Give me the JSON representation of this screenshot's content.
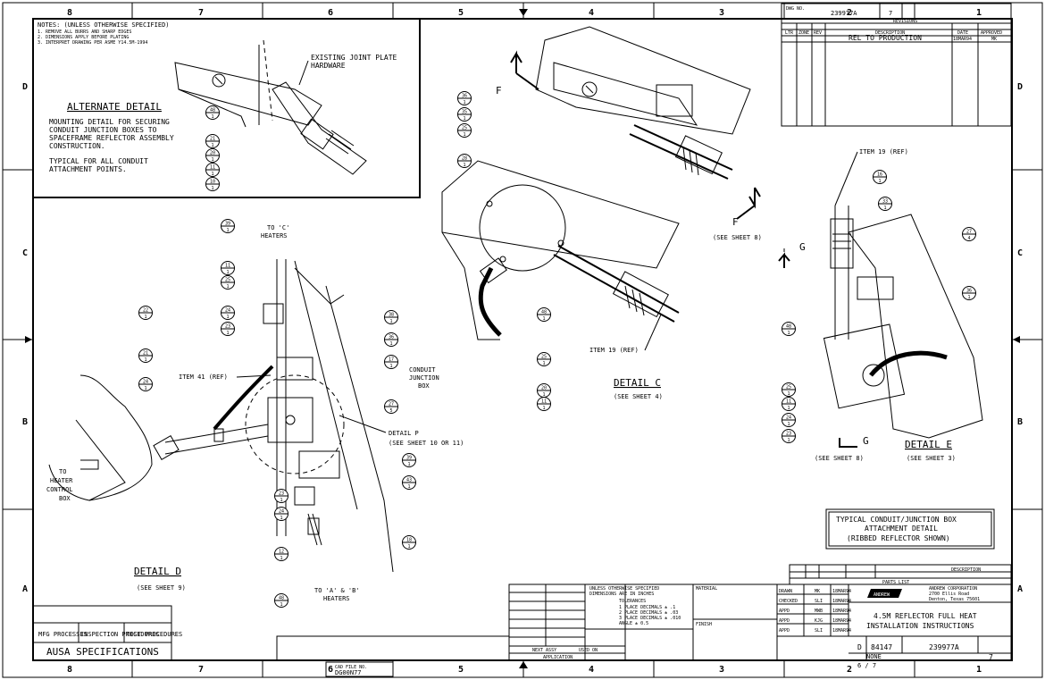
{
  "zones_top": [
    "8",
    "7",
    "6",
    "5",
    "4",
    "3",
    "2",
    "1"
  ],
  "zones_side": [
    "D",
    "C",
    "B",
    "A"
  ],
  "drawing_number": "239977A",
  "sheet_number": "7",
  "revisions": {
    "title": "REVISIONS",
    "headers": [
      "LTR",
      "ZONE",
      "REV",
      "DESCRIPTION",
      "DATE",
      "APPROVED"
    ],
    "row": {
      "description": "REL TO PRODUCTION",
      "date": "18MAR94",
      "approved": "MK"
    }
  },
  "notes": {
    "title": "NOTES: (UNLESS OTHERWISE SPECIFIED)",
    "lines": [
      "1. REMOVE ALL BURRS AND SHARP EDGES",
      "2. DIMENSIONS APPLY BEFORE PLATING",
      "3. INTERPRET DRAWING PER ASME Y14.5M-1994"
    ]
  },
  "alternate_detail": {
    "title": "ALTERNATE DETAIL",
    "text1": [
      "MOUNTING DETAIL FOR SECURING",
      "CONDUIT JUNCTION BOXES TO",
      "SPACEFRAME REFLECTOR ASSEMBLY",
      "CONSTRUCTION."
    ],
    "text2": [
      "TYPICAL FOR ALL CONDUIT",
      "ATTACHMENT POINTS."
    ],
    "callout": [
      "EXISTING JOINT PLATE",
      "HARDWARE"
    ]
  },
  "detail_c": {
    "title": "DETAIL C",
    "see": "(SEE SHEET 4)",
    "item_ref": "ITEM 19 (REF)"
  },
  "detail_d": {
    "title": "DETAIL D",
    "see": "(SEE SHEET 9)"
  },
  "detail_e": {
    "title": "DETAIL E",
    "see": "(SEE SHEET 3)",
    "item_ref": "ITEM 19 (REF)"
  },
  "detail_p": {
    "title": "DETAIL P",
    "see": "(SEE SHEET 10 OR 11)"
  },
  "section_f": {
    "letter": "F",
    "see": "(SEE SHEET 8)"
  },
  "section_g": {
    "letter": "G",
    "see": "(SEE SHEET 8)"
  },
  "labels": {
    "to_c_heaters": [
      "TO 'C'",
      "HEATERS"
    ],
    "to_heater_control": [
      "TO",
      "HEATER",
      "CONTROL",
      "BOX"
    ],
    "to_a_b_heaters": [
      "TO 'A' & 'B'",
      "HEATERS"
    ],
    "conduit_junction": [
      "CONDUIT",
      "JUNCTION",
      "BOX"
    ],
    "item_41": "ITEM 41 (REF)"
  },
  "typical_box": [
    "TYPICAL CONDUIT/JUNCTION BOX",
    "ATTACHMENT DETAIL",
    "(RIBBED REFLECTOR SHOWN)"
  ],
  "parts_list": {
    "title": "PARTS LIST",
    "description": "DESCRIPTION"
  },
  "title_block": {
    "company": "ANDREW",
    "company_full": [
      "ANDREW CORPORATION",
      "2700 Ellis Road",
      "Denton, Texas 75601"
    ],
    "title_lines": [
      "4.5M REFLECTOR FULL HEAT",
      "INSTALLATION INSTRUCTIONS"
    ],
    "size": "D",
    "fscm": "84147",
    "dwg_no": "239977A",
    "rev": "7",
    "scale": "NONE",
    "sheet_of": "6 / 7",
    "sig_roles": [
      "DRAWN",
      "CHECKED",
      "APPD",
      "APPD",
      "APPD"
    ],
    "signatures": [
      {
        "name": "MK",
        "date": "18MAR94"
      },
      {
        "name": "SLI",
        "date": "18MAR94"
      },
      {
        "name": "MWB",
        "date": "18MAR94"
      },
      {
        "name": "KJG",
        "date": "18MAR94"
      },
      {
        "name": "SLI",
        "date": "18MAR94"
      }
    ],
    "tolerances": [
      "UNLESS OTHERWISE SPECIFIED",
      "DIMENSIONS ARE IN INCHES",
      "TOLERANCES",
      "1 PLACE DECIMALS ± .1",
      "2 PLACE DECIMALS ± .03",
      "3 PLACE DECIMALS ± .010",
      "ANGLE ± 0.5"
    ],
    "material": "MATERIAL",
    "finish": "FINISH",
    "next_assy": "NEXT ASSY",
    "used_on": "USED ON",
    "application": "APPLICATION",
    "cad_label": "CAD FILE NO.",
    "cad_file": "DG00N77",
    "processes": [
      "MFG PROCESSES",
      "INSPECTION PROCEDURES",
      "TEST PROCEDURES"
    ],
    "specs": "AUSA SPECIFICATIONS"
  },
  "balloons": [
    {
      "n": "48",
      "sub": "1"
    },
    {
      "n": "21",
      "sub": "1"
    },
    {
      "n": "20",
      "sub": "1"
    },
    {
      "n": "11",
      "sub": "1"
    },
    {
      "n": "10",
      "sub": "1"
    },
    {
      "n": "36",
      "sub": "1"
    },
    {
      "n": "35",
      "sub": "1"
    },
    {
      "n": "25",
      "sub": "1"
    },
    {
      "n": "28",
      "sub": "1"
    },
    {
      "n": "39",
      "sub": "1"
    },
    {
      "n": "11",
      "sub": "1"
    },
    {
      "n": "25",
      "sub": "1"
    },
    {
      "n": "24",
      "sub": "1"
    },
    {
      "n": "23",
      "sub": "1"
    },
    {
      "n": "22",
      "sub": "1"
    },
    {
      "n": "21",
      "sub": "1"
    },
    {
      "n": "24",
      "sub": "1"
    },
    {
      "n": "38",
      "sub": "1"
    },
    {
      "n": "36",
      "sub": "1"
    },
    {
      "n": "17",
      "sub": "1"
    },
    {
      "n": "27",
      "sub": "5"
    },
    {
      "n": "39",
      "sub": "1"
    },
    {
      "n": "43",
      "sub": "1"
    },
    {
      "n": "18",
      "sub": "1"
    },
    {
      "n": "23",
      "sub": "1"
    },
    {
      "n": "24",
      "sub": "1"
    },
    {
      "n": "12",
      "sub": "1"
    },
    {
      "n": "48",
      "sub": "1"
    },
    {
      "n": "48",
      "sub": "1"
    },
    {
      "n": "25",
      "sub": "1"
    },
    {
      "n": "20",
      "sub": "1"
    },
    {
      "n": "11",
      "sub": "1"
    },
    {
      "n": "16",
      "sub": "1"
    },
    {
      "n": "33",
      "sub": "1"
    },
    {
      "n": "27",
      "sub": "4"
    },
    {
      "n": "36",
      "sub": "1"
    },
    {
      "n": "48",
      "sub": "1"
    },
    {
      "n": "25",
      "sub": "1"
    },
    {
      "n": "11",
      "sub": "1"
    },
    {
      "n": "24",
      "sub": "1"
    },
    {
      "n": "23",
      "sub": "1"
    }
  ]
}
